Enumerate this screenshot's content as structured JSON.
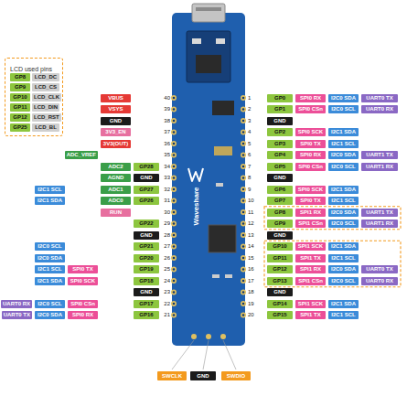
{
  "diagram": {
    "nodes": [
      {
        "text": [
          "LCD used pins"
        ]
      },
      {
        "text": [
          "GP8"
        ],
        "in": 0
      },
      {
        "text": [
          "LCD_DC"
        ],
        "in": 0
      },
      {
        "text": [
          "GP9"
        ],
        "in": 0
      },
      {
        "text": [
          "LCD_CS"
        ],
        "in": 0
      },
      {
        "text": [
          "GP10"
        ],
        "in": 0
      },
      {
        "text": [
          "LCD_CLK"
        ],
        "in": 0
      },
      {
        "text": [
          "GP11"
        ],
        "in": 0
      },
      {
        "text": [
          "LCD_DIN"
        ],
        "in": 0
      },
      {
        "text": [
          "GP12"
        ],
        "in": 0
      },
      {
        "text": [
          "LCD_RST"
        ],
        "in": 0
      },
      {
        "text": [
          "GP25"
        ],
        "in": 0
      },
      {
        "text": [
          "LCD_BL"
        ],
        "in": 0
      },
      {
        "text": [
          "GP0"
        ]
      },
      {
        "text": [
          "SPI0 RX"
        ]
      },
      {
        "text": [
          "I2C0 SDA"
        ]
      },
      {
        "text": [
          "UART0 TX"
        ]
      },
      {
        "text": [
          "GP1"
        ]
      },
      {
        "text": [
          "SPI0 CSn"
        ]
      },
      {
        "text": [
          "I2C0 SCL"
        ]
      },
      {
        "text": [
          "UART0 RX"
        ]
      },
      {
        "text": [
          "GND"
        ]
      },
      {
        "text": [
          "GP2"
        ]
      },
      {
        "text": [
          "SPI0 SCK"
        ]
      },
      {
        "text": [
          "I2C1 SDA"
        ]
      },
      {
        "text": [
          "GP3"
        ]
      },
      {
        "text": [
          "SPI0 TX"
        ]
      },
      {
        "text": [
          "I2C1 SCL"
        ]
      },
      {
        "text": [
          "GP4"
        ]
      },
      {
        "text": [
          "SPI0 RX"
        ]
      },
      {
        "text": [
          "I2C0 SDA"
        ]
      },
      {
        "text": [
          "UART1 TX"
        ]
      },
      {
        "text": [
          "GP5"
        ]
      },
      {
        "text": [
          "SPI0 CSn"
        ]
      },
      {
        "text": [
          "I2C0 SCL"
        ]
      },
      {
        "text": [
          "UART1 RX"
        ]
      },
      {
        "text": [
          "GND"
        ]
      },
      {
        "text": [
          "GP6"
        ]
      },
      {
        "text": [
          "SPI0 SCK"
        ]
      },
      {
        "text": [
          "I2C1 SDA"
        ]
      },
      {
        "text": [
          "GP7"
        ]
      },
      {
        "text": [
          "SPI0 TX"
        ]
      },
      {
        "text": [
          "I2C1 SCL"
        ]
      },
      {
        "text": [
          "GP8"
        ]
      },
      {
        "text": [
          "SPI1 RX"
        ]
      },
      {
        "text": [
          "I2C0 SDA"
        ]
      },
      {
        "text": [
          "UART1 TX"
        ]
      },
      {
        "text": [
          "GP9"
        ]
      },
      {
        "text": [
          "SPI1 CSn"
        ]
      },
      {
        "text": [
          "I2C0 SCL"
        ]
      },
      {
        "text": [
          "UART1 RX"
        ]
      },
      {
        "text": [
          "GND"
        ]
      },
      {
        "text": [
          "GP10"
        ]
      },
      {
        "text": [
          "SPI1 SCK"
        ]
      },
      {
        "text": [
          "I2C1 SDA"
        ]
      },
      {
        "text": [
          "GP11"
        ]
      },
      {
        "text": [
          "SPI1 TX"
        ]
      },
      {
        "text": [
          "I2C1 SCL"
        ]
      },
      {
        "text": [
          "GP12"
        ]
      },
      {
        "text": [
          "SPI1 RX"
        ]
      },
      {
        "text": [
          "I2C0 SDA"
        ]
      },
      {
        "text": [
          "UART0 TX"
        ]
      },
      {
        "text": [
          "GP13"
        ]
      },
      {
        "text": [
          "SPI1 CSn"
        ]
      },
      {
        "text": [
          "I2C0 SCL"
        ]
      },
      {
        "text": [
          "UART0 RX"
        ]
      },
      {
        "text": [
          "GND"
        ]
      },
      {
        "text": [
          "GP14"
        ]
      },
      {
        "text": [
          "SPI1 SCK"
        ]
      },
      {
        "text": [
          "I2C1 SDA"
        ]
      },
      {
        "text": [
          "GP15"
        ]
      },
      {
        "text": [
          "SPI1 TX"
        ]
      },
      {
        "text": [
          "I2C1 SCL"
        ]
      },
      {
        "text": [
          "VBUS"
        ]
      },
      {
        "text": [
          "VSYS"
        ]
      },
      {
        "text": [
          "GND"
        ]
      },
      {
        "text": [
          "3V3_EN"
        ]
      },
      {
        "text": [
          "3V3(OUT)"
        ]
      },
      {
        "text": [
          "ADC_VREF"
        ]
      },
      {
        "text": [
          "ADC2"
        ]
      },
      {
        "text": [
          "GP28"
        ]
      },
      {
        "text": [
          "AGND"
        ]
      },
      {
        "text": [
          "GND"
        ]
      },
      {
        "text": [
          "I2C1 SCL"
        ]
      },
      {
        "text": [
          "ADC1"
        ]
      },
      {
        "text": [
          "GP27"
        ]
      },
      {
        "text": [
          "I2C1 SDA"
        ]
      },
      {
        "text": [
          "ADC0"
        ]
      },
      {
        "text": [
          "GP26"
        ]
      },
      {
        "text": [
          "RUN"
        ]
      },
      {
        "text": [
          "GP22"
        ]
      },
      {
        "text": [
          "GND"
        ]
      },
      {
        "text": [
          "I2C0 SCL"
        ]
      },
      {
        "text": [
          "GP21"
        ]
      },
      {
        "text": [
          "I2C0 SDA"
        ]
      },
      {
        "text": [
          "GP20"
        ]
      },
      {
        "text": [
          "I2C1 SCL"
        ]
      },
      {
        "text": [
          "SPI0 TX"
        ]
      },
      {
        "text": [
          "GP19"
        ]
      },
      {
        "text": [
          "I2C1 SDA"
        ]
      },
      {
        "text": [
          "SPI0 SCK"
        ]
      },
      {
        "text": [
          "GP18"
        ]
      },
      {
        "text": [
          "GND"
        ]
      },
      {
        "text": [
          "UART0 RX"
        ]
      },
      {
        "text": [
          "I2C0 SCL"
        ]
      },
      {
        "text": [
          "SPI0 CSn"
        ]
      },
      {
        "text": [
          "GP17"
        ]
      },
      {
        "text": [
          "UART0 TX"
        ]
      },
      {
        "text": [
          "I2C0 SDA"
        ]
      },
      {
        "text": [
          "SPI0 RX"
        ]
      },
      {
        "text": [
          "GP16"
        ]
      },
      {
        "text": [
          "SWCLK"
        ]
      },
      {
        "text": [
          "GND"
        ]
      },
      {
        "text": [
          "SWDIO"
        ]
      }
    ],
    "labels": [
      "1",
      "2",
      "3",
      "4",
      "5",
      "6",
      "7",
      "8",
      "9",
      "10",
      "11",
      "12",
      "13",
      "14",
      "15",
      "16",
      "17",
      "18",
      "19",
      "20",
      "40",
      "39",
      "38",
      "37",
      "36",
      "35",
      "34",
      "33",
      "32",
      "31",
      "30",
      "29",
      "28",
      "27",
      "26",
      "25",
      "24",
      "23",
      "22",
      "21",
      "Waveshare"
    ]
  }
}
